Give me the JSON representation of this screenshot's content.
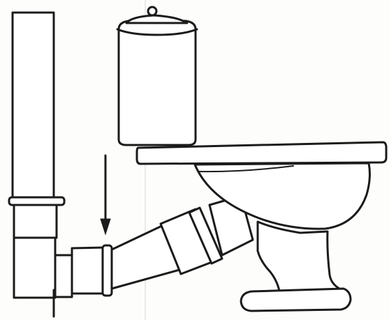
{
  "illustration": {
    "colors": {
      "ink": "#1b1b1b",
      "paper": "#fdfdfb"
    },
    "objects": [
      "vertical-drain-pipe",
      "toilet-tank",
      "toilet-bowl",
      "angled-drain-connector",
      "downward-arrow-icon"
    ]
  }
}
